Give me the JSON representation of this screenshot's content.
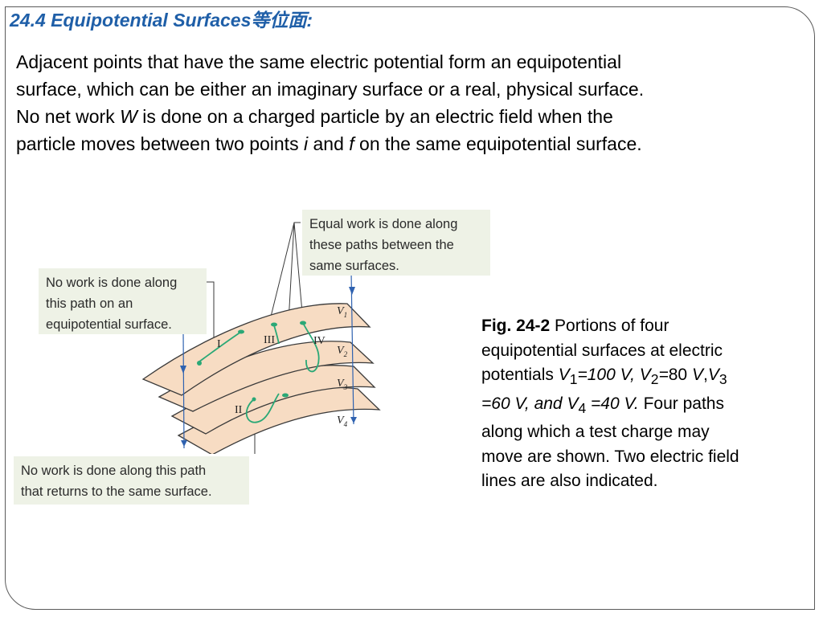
{
  "slide": {
    "title": "24.4 Equipotential Surfaces等位面:",
    "intro_lines": [
      "Adjacent points that have the same electric potential form an equipotential",
      "surface, which can be either an imaginary surface or a real, physical surface.",
      [
        "No net work ",
        "W",
        " is done on a charged particle by an electric field when the"
      ],
      [
        "particle moves between two points ",
        "i",
        " and ",
        "f",
        " on the same equipotential surface."
      ]
    ]
  },
  "figure": {
    "callouts": {
      "no_work_path": [
        "No work is done along",
        "this path on an",
        "equipotential surface."
      ],
      "equal_work": [
        "Equal work is done along",
        "these paths between the",
        "same surfaces."
      ],
      "returns": [
        "No work is done along this path",
        "that returns to the same surface."
      ]
    },
    "surface_labels": [
      "V",
      "V",
      "V",
      "V"
    ],
    "surface_subscripts": [
      "1",
      "2",
      "3",
      "4"
    ],
    "path_labels": [
      "I",
      "II",
      "III",
      "IV"
    ],
    "colors": {
      "surface_fill": "#f7dcc3",
      "surface_edge": "#3a3a3a",
      "path": "#2aa876",
      "field_line": "#2f62b0",
      "callout_bg": "#eef2e6",
      "title": "#1f5fa8"
    }
  },
  "caption": {
    "fig_label": "Fig. 24-2",
    "lines": [
      " Portions of four",
      "equipotential surfaces at electric",
      "potentials ",
      "V",
      "1",
      "=100 V, V",
      "2",
      "=",
      "80 ",
      "V",
      ",",
      "V",
      "3",
      "=60 V, and V",
      "4",
      " =40 V.",
      " Four paths",
      "along which a test charge may",
      "move are shown. Two electric field",
      "lines are also indicated."
    ]
  }
}
